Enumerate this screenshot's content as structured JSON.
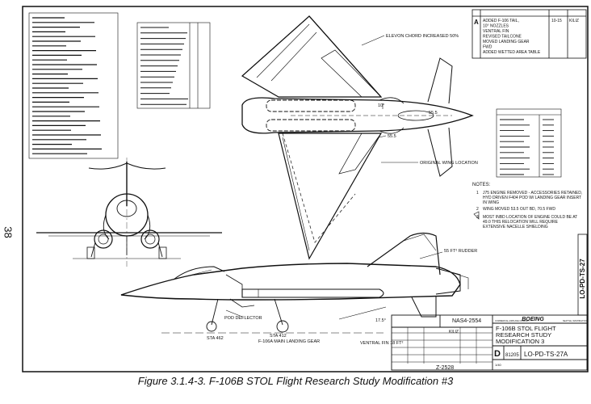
{
  "page_number": "38",
  "caption": "Figure 3.1.4-3.   F-106B STOL Flight Research Study Modification #3",
  "revision": {
    "letter": "A",
    "lines": [
      "ADDED F-106 TAIL,",
      "10° NOZZLES",
      "VENTRAL FIN",
      "REVISED TAILCONE",
      "MOVED LANDING GEAR",
      "FWD",
      "ADDED WETTED AREA TABLE"
    ],
    "date": "10-15",
    "approved": "KILIZ"
  },
  "callouts": {
    "elevon": "ELEVON CHORD INCREASED 50%",
    "angle_top": "10°",
    "station_top": "55.5",
    "station_lower": "55.5",
    "original_wing": "ORIGINAL WING LOCATION",
    "rudder": "55 FT² RUDDER",
    "pod_deflector": "POD DEFLECTOR",
    "sta_a": "STA 462",
    "sta_b": "STA 412",
    "main_gear": "F-106A MAIN LANDING GEAR",
    "ventral_fin": "VENTRAL FIN 18 FT²",
    "tail_angle": "17.5°"
  },
  "notes": {
    "heading": "NOTES:",
    "items": [
      {
        "num": "1",
        "text": "J75 ENGINE REMOVED - ACCESSORIES RETAINED, HYD DRIVEN F404 POD W/ LANDING GEAR INSERT IN WING"
      },
      {
        "num": "2",
        "text": "WING MOVED 53.5 OUT BD, 70.5 FWD"
      },
      {
        "num": "3",
        "text": "MOST INBD LOCATION OF ENGINE COULD BE AT 49.0 THIS RELOCATION WILL REQUIRE EXTENSIVE NACELLE SHIELDING"
      }
    ]
  },
  "title_block": {
    "company": "BOEING",
    "division": "COMMERCIAL AIRPLANE COMPANY",
    "city": "SEATTLE, WASHINGTON",
    "contract": "NAS4-2554",
    "checker": "KILIZ",
    "title_lines": [
      "F-106B STOL FLIGHT",
      "RESEARCH STUDY",
      "MODIFICATION 3"
    ],
    "size": "D",
    "code": "81205",
    "dwg_no": "LO-PD-TS-27A",
    "scale": "1/40",
    "sheet_id": "Z-2528",
    "side_dwg": "LO-PD-TS-27"
  }
}
